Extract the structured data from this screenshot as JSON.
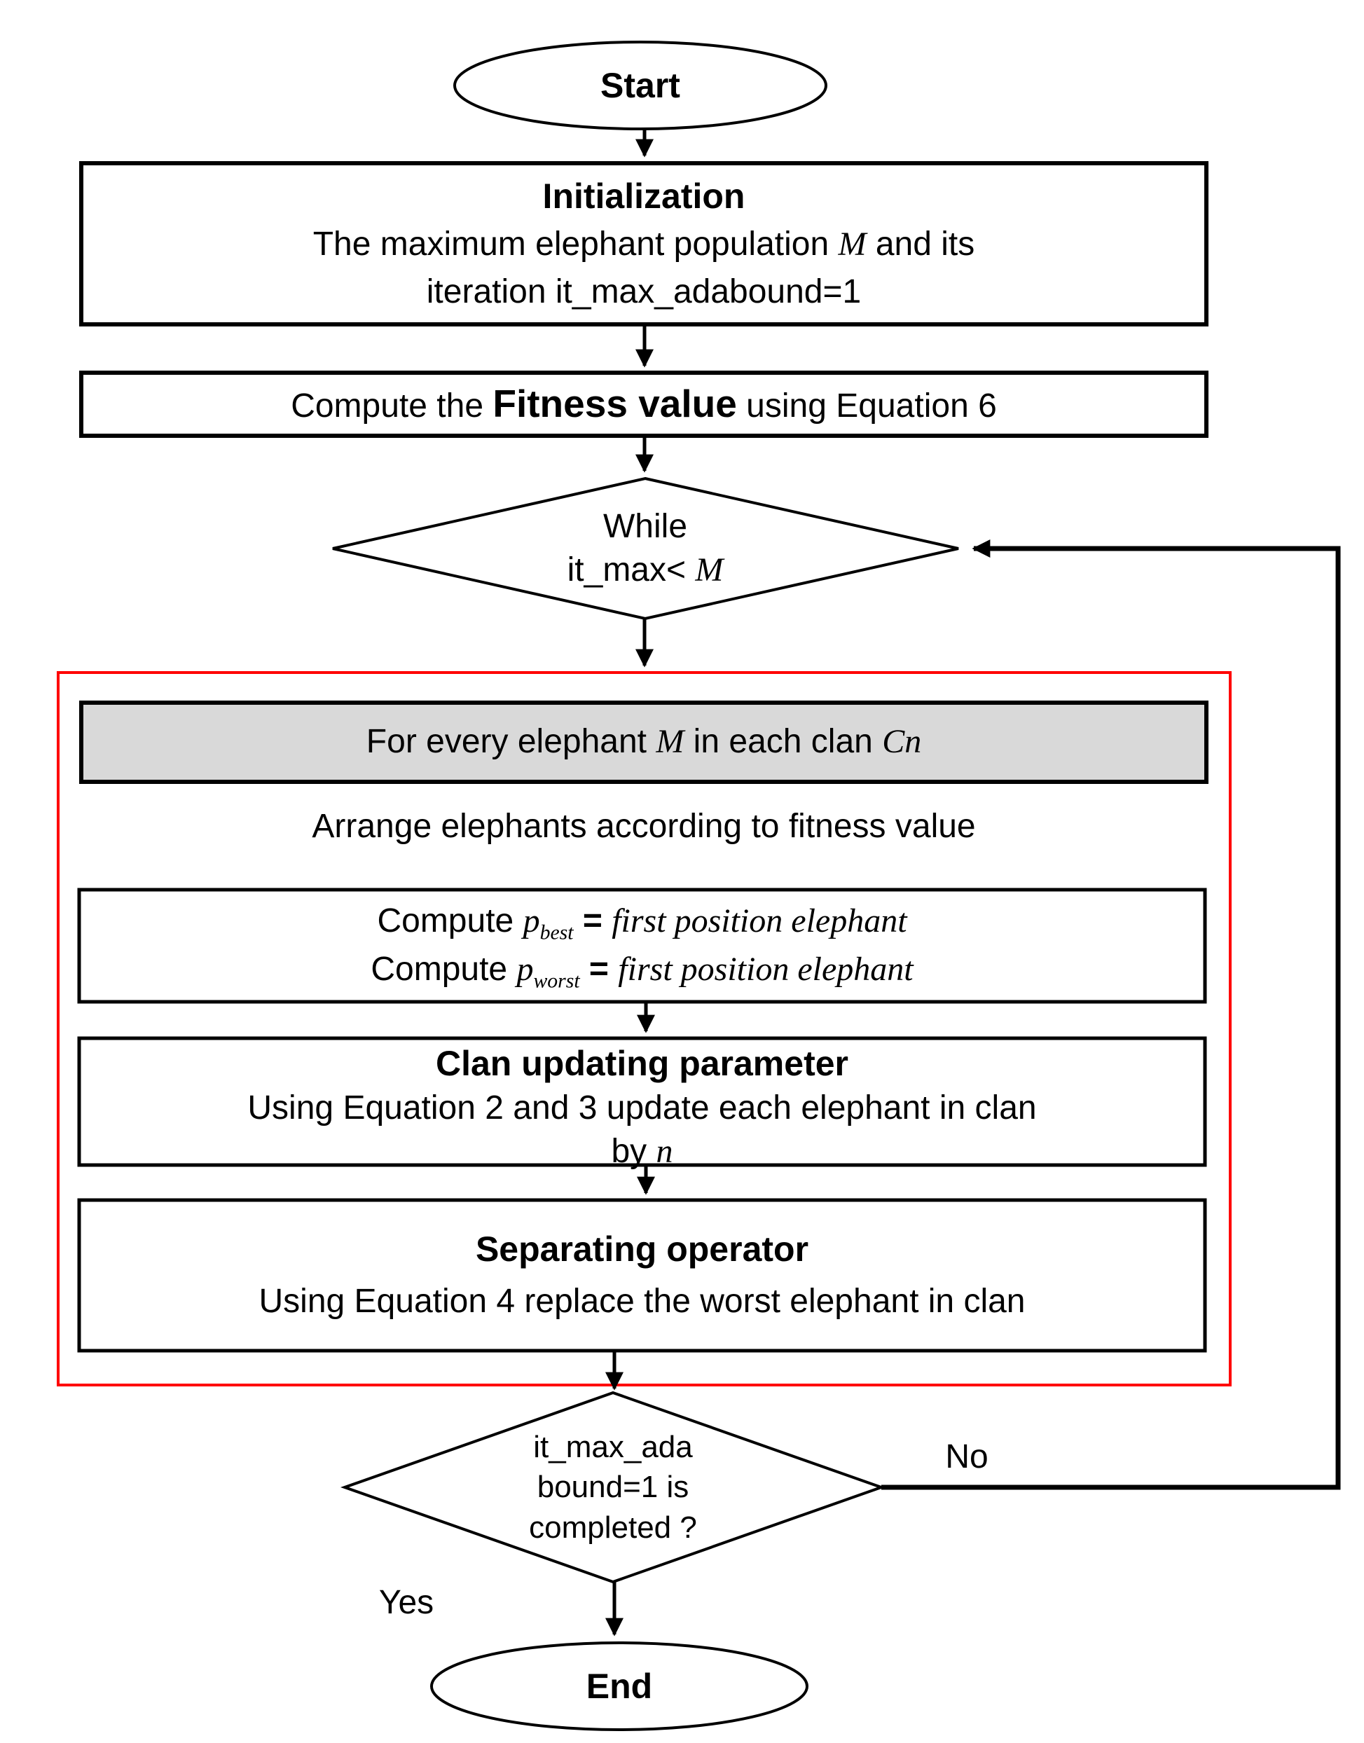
{
  "colors": {
    "stroke": "#000000",
    "loop_border": "#ff0000",
    "header_fill": "#d9d9d9"
  },
  "nodes": {
    "start": {
      "label": "Start"
    },
    "initialization": {
      "title": "Initialization",
      "line1_pre": "The maximum elephant population ",
      "line1_math": "M",
      "line1_post": " and its",
      "line2": "iteration it_max_adabound=1"
    },
    "fitness": {
      "pre": "Compute the ",
      "bold": "Fitness value",
      "post": " using Equation 6"
    },
    "while_decision": {
      "line1": "While",
      "line2_pre": "it_max< ",
      "line2_math": "M"
    },
    "for_header": {
      "pre": "For every elephant ",
      "math1": "M",
      "mid": " in each clan ",
      "math2": "Cn"
    },
    "arrange": {
      "text": "Arrange elephants according to fitness value"
    },
    "compute": {
      "line1_pre": "Compute ",
      "line1_var": "p",
      "line1_sub": "best",
      "line1_eq": " = ",
      "line1_rhs": "first position elephant",
      "line2_pre": "Compute ",
      "line2_var": "p",
      "line2_sub": "worst",
      "line2_eq": " = ",
      "line2_rhs": "first position elephant"
    },
    "clan_update": {
      "title": "Clan updating parameter",
      "line1": "Using Equation 2 and 3 update each elephant in clan",
      "line2_pre": "by ",
      "line2_math": "n"
    },
    "separating": {
      "title": "Separating operator",
      "line1": "Using Equation 4 replace the worst elephant in clan"
    },
    "end_decision": {
      "line1": "it_max_ada",
      "line2": "bound=1  is",
      "line3": "completed ?"
    },
    "end": {
      "label": "End"
    }
  },
  "edges": {
    "no_label": "No",
    "yes_label": "Yes"
  }
}
